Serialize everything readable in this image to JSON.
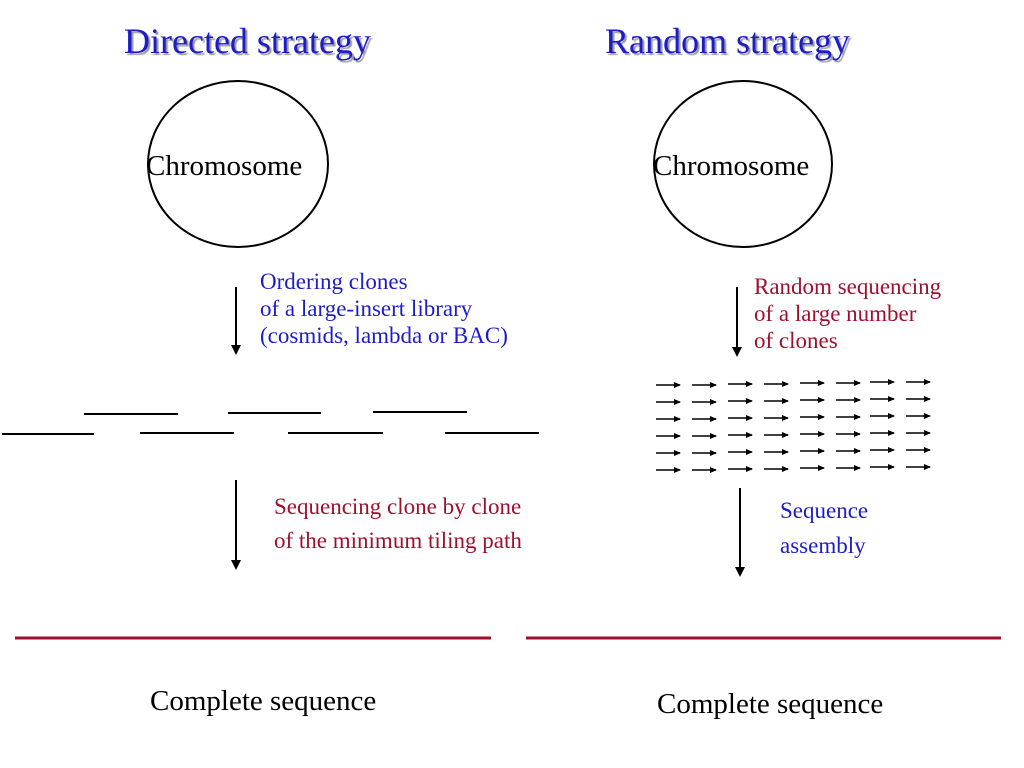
{
  "colors": {
    "title": "#1c1cc8",
    "blue": "#1c1cc8",
    "red": "#a0102e",
    "line_dark": "#000000",
    "complete_line": "#a0102e"
  },
  "directed": {
    "title": "Directed strategy",
    "chromosome_label": "Chromosome",
    "step1": {
      "line1": "Ordering clones",
      "line2": "of a large-insert library",
      "line3": "(cosmids, lambda or BAC)"
    },
    "step2": {
      "line1": "Sequencing clone by clone",
      "line2": "of the minimum tiling path"
    },
    "result_label": "Complete sequence"
  },
  "random": {
    "title": "Random strategy",
    "chromosome_label": "Chromosome",
    "step1": {
      "line1": "Random sequencing",
      "line2": "of a large number",
      "line3": "of clones"
    },
    "step2": {
      "line1": "Sequence",
      "line2": "assembly"
    },
    "result_label": "Complete sequence"
  }
}
